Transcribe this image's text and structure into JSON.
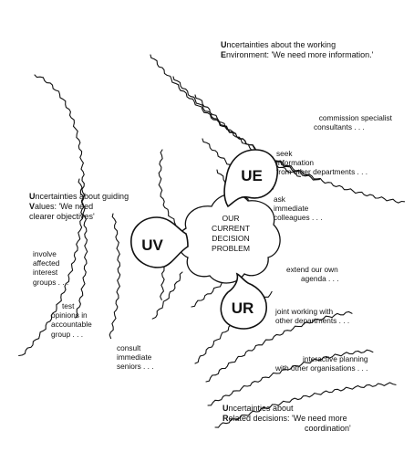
{
  "center": {
    "line1": "OUR",
    "line2": "CURRENT",
    "line3": "DECISION",
    "line4": "PROBLEM"
  },
  "bubbles": {
    "ue": "UE",
    "uv": "UV",
    "ur": "UR"
  },
  "environment": {
    "heading_cap1": "U",
    "heading_line1": "ncertainties about the working",
    "heading_cap2": "E",
    "heading_line2": "nvironment: 'We need more information.'",
    "responses": [
      {
        "line1": "commission specialist",
        "line2": "consultants . . ."
      },
      {
        "line1": "seek",
        "line2": "information",
        "line3": "from other departments . . ."
      },
      {
        "line1": "ask",
        "line2": "immediate",
        "line3": "colleagues . . ."
      }
    ]
  },
  "values": {
    "heading_cap1": "U",
    "heading_line1": "ncertainties about guiding",
    "heading_cap2": "V",
    "heading_line2": "alues: 'We need",
    "heading_line3": "clearer objectives'",
    "responses": [
      {
        "line1": "involve",
        "line2": "affected",
        "line3": "interest",
        "line4": "groups . . ."
      },
      {
        "line1": "test",
        "line2": "opinions in",
        "line3": "accountable",
        "line4": "group . . ."
      },
      {
        "line1": "consult",
        "line2": "immediate",
        "line3": "seniors . . ."
      }
    ]
  },
  "related": {
    "heading_cap1": "U",
    "heading_line1": "ncertainties about",
    "heading_cap2": "R",
    "heading_line2": "elated decisions: 'We need more",
    "heading_line3": "coordination'",
    "responses": [
      {
        "line1": "extend our own",
        "line2": "agenda . . ."
      },
      {
        "line1": "joint working with",
        "line2": "other departments . . ."
      },
      {
        "line1": "interactive planning",
        "line2": "with other organisations . . ."
      }
    ]
  }
}
